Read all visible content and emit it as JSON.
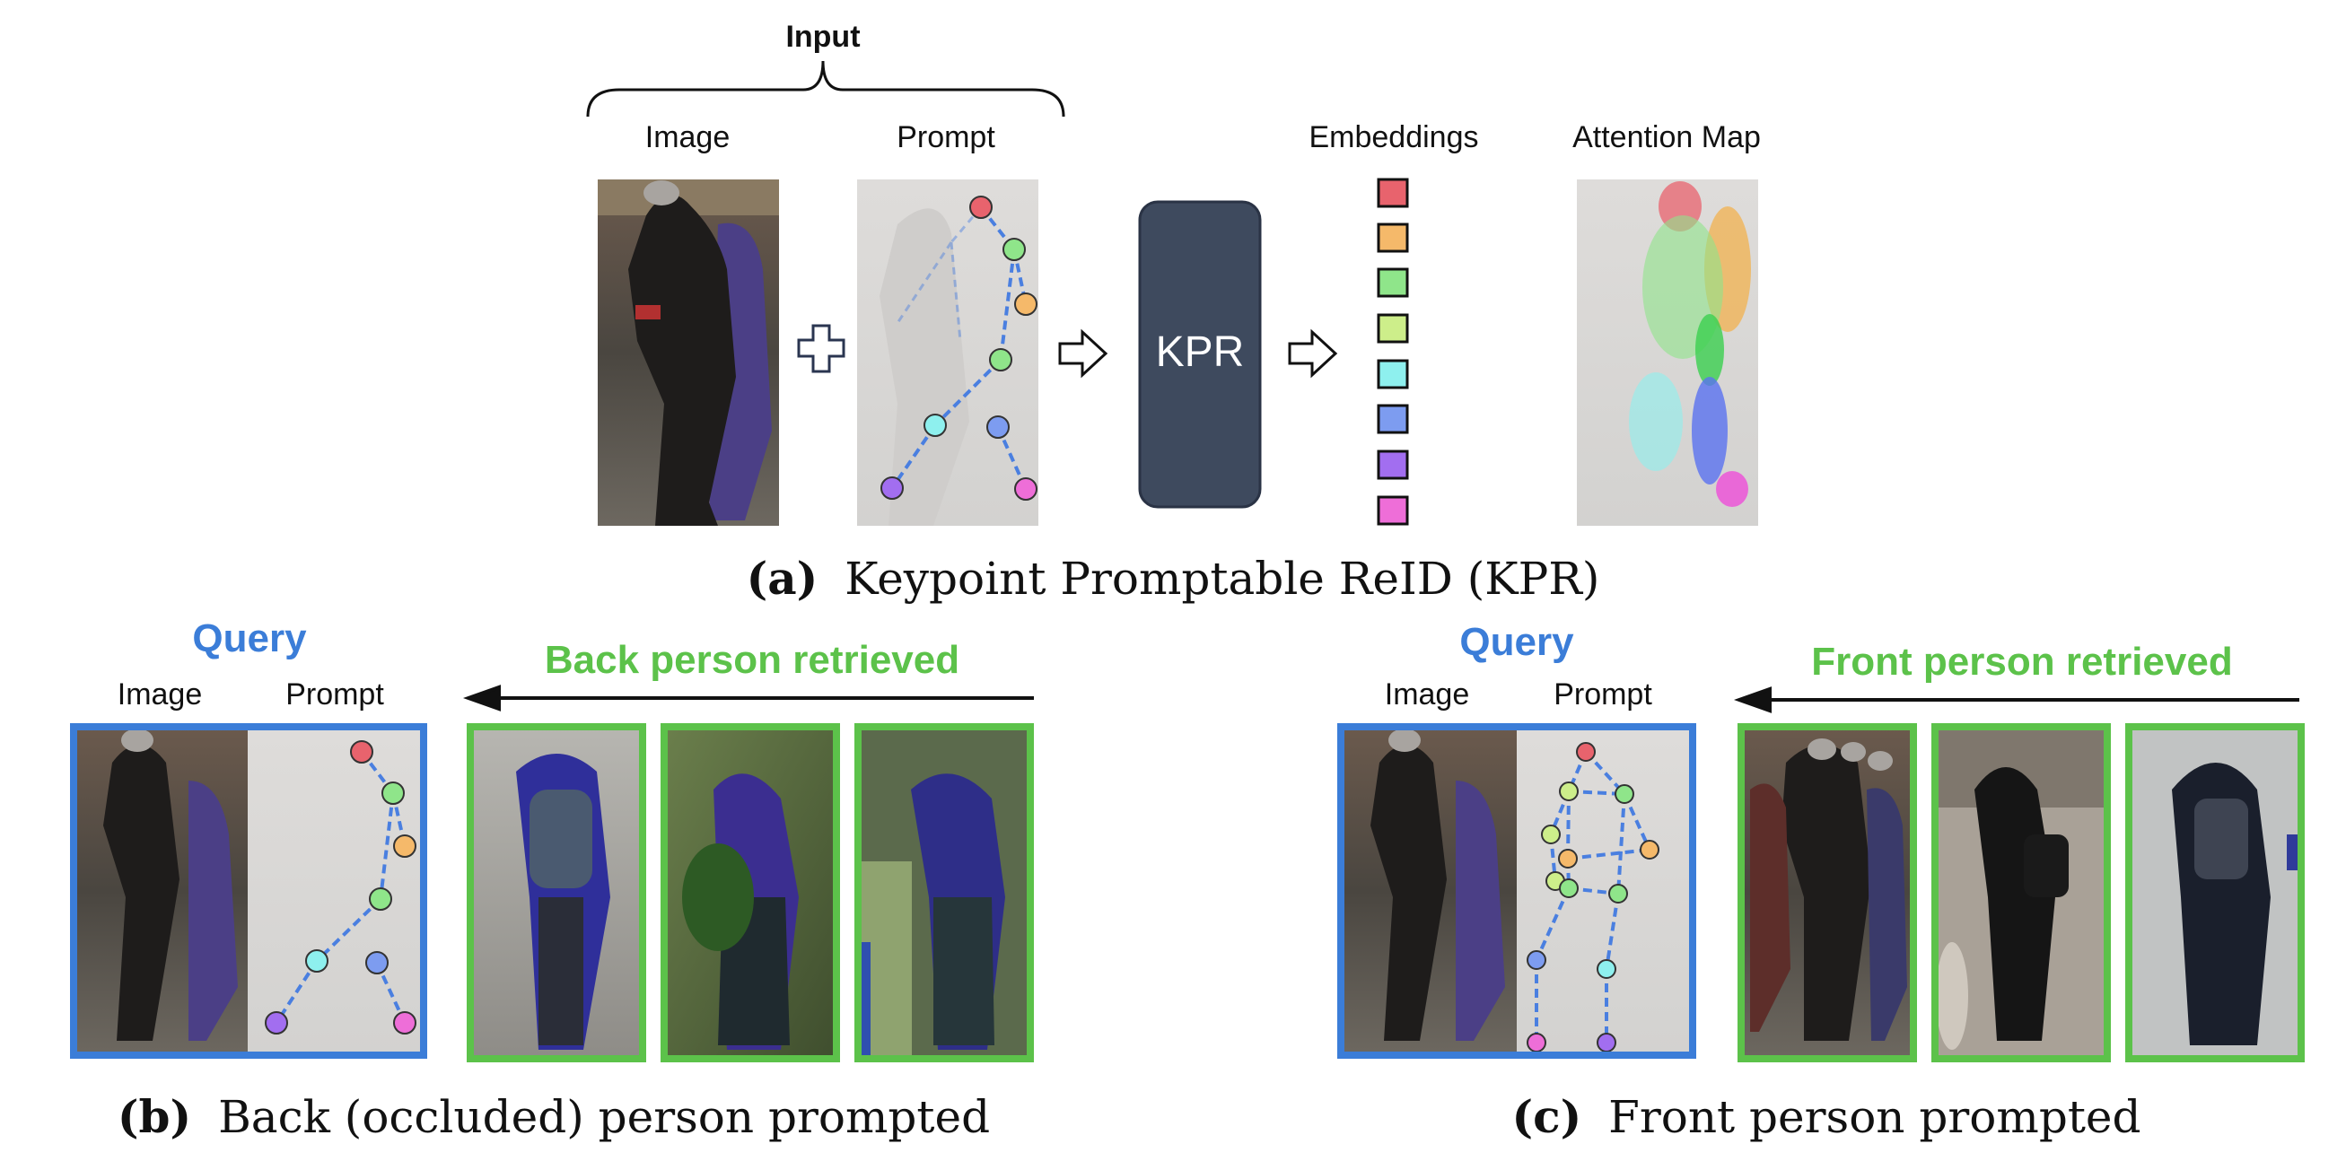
{
  "panel_a": {
    "input_label": "Input",
    "image_label": "Image",
    "prompt_label": "Prompt",
    "model_label": "KPR",
    "embeddings_label": "Embeddings",
    "attention_label": "Attention Map",
    "caption_tag": "(a)",
    "caption_text": "Keypoint Promptable ReID (KPR)"
  },
  "panel_b": {
    "query_label": "Query",
    "image_label": "Image",
    "prompt_label": "Prompt",
    "retrieved_label": "Back person retrieved",
    "caption_tag": "(b)",
    "caption_text": "Back (occluded) person prompted"
  },
  "panel_c": {
    "query_label": "Query",
    "image_label": "Image",
    "prompt_label": "Prompt",
    "retrieved_label": "Front person retrieved",
    "caption_tag": "(c)",
    "caption_text": "Front person prompted"
  },
  "colors": {
    "query_blue": "#3b7dd8",
    "retrieved_green": "#5cc24a",
    "model_fill": "#3e4a5e",
    "skeleton_line": "#4a7fe0",
    "embedding_colors": [
      "#e8636d",
      "#f5b96a",
      "#8fe58a",
      "#cdee8a",
      "#8ef0ee",
      "#7d9cf0",
      "#a26ef0",
      "#ee6ed8"
    ]
  }
}
